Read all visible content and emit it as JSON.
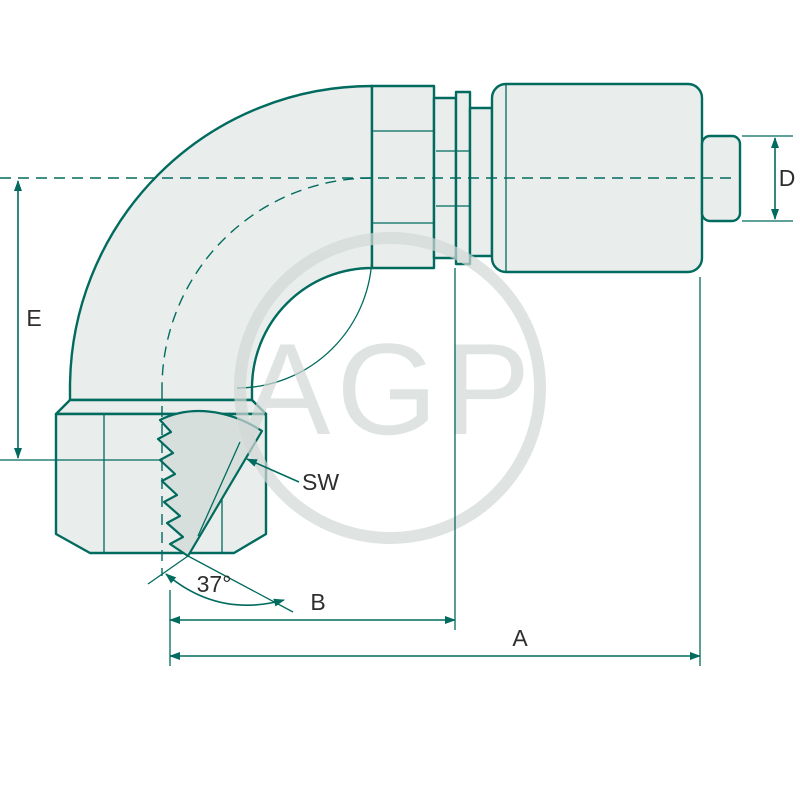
{
  "watermark": {
    "text": "AGP"
  },
  "labels": {
    "A": "A",
    "B": "B",
    "D": "D",
    "E": "E",
    "SW": "SW",
    "angle": "37°"
  },
  "colors": {
    "line": "#006b5e",
    "fill": "#e9edec",
    "fill2": "#d7dfdc",
    "wm": "#d2d8d6",
    "label": "#2e2e2e",
    "bg": "#ffffff"
  }
}
